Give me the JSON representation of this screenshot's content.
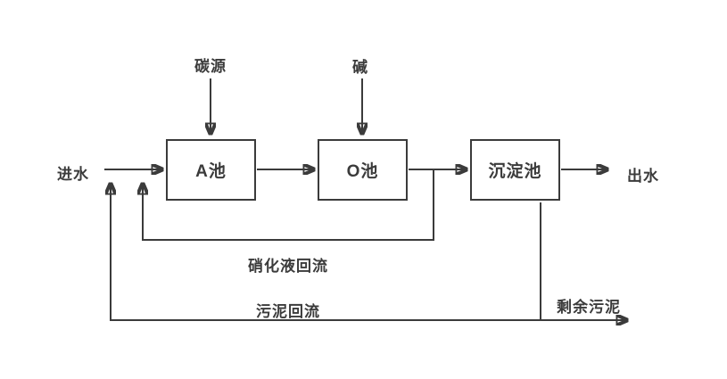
{
  "diagram": {
    "type": "process-flow",
    "subject": "A/O wastewater treatment process",
    "background_color": "#ffffff",
    "line_color": "#3b3b3b",
    "text_color": "#3b3b3b",
    "node_fill": "#ffffff",
    "nodes": [
      {
        "id": "tank-a",
        "label": "A池"
      },
      {
        "id": "tank-o",
        "label": "O池"
      },
      {
        "id": "sedimentation-tank",
        "label": "沉淀池"
      }
    ],
    "labels": {
      "carbon_source": "碳源",
      "alkali": "碱",
      "influent": "进水",
      "effluent": "出水",
      "nitrified_liquid_return": "硝化液回流",
      "sludge_return": "污泥回流",
      "excess_sludge": "剩余污泥"
    },
    "flows": [
      {
        "from": "influent",
        "to": "tank-a"
      },
      {
        "from": "carbon_source",
        "to": "tank-a"
      },
      {
        "from": "tank-a",
        "to": "tank-o"
      },
      {
        "from": "alkali",
        "to": "tank-o"
      },
      {
        "from": "tank-o",
        "to": "sedimentation-tank"
      },
      {
        "from": "sedimentation-tank",
        "to": "effluent"
      },
      {
        "from": "tank-o-outlet",
        "to": "influent-line",
        "label": "硝化液回流"
      },
      {
        "from": "sedimentation-tank",
        "to": "influent-line",
        "label": "污泥回流"
      },
      {
        "from": "sedimentation-tank",
        "to": "excess_sludge"
      }
    ]
  }
}
